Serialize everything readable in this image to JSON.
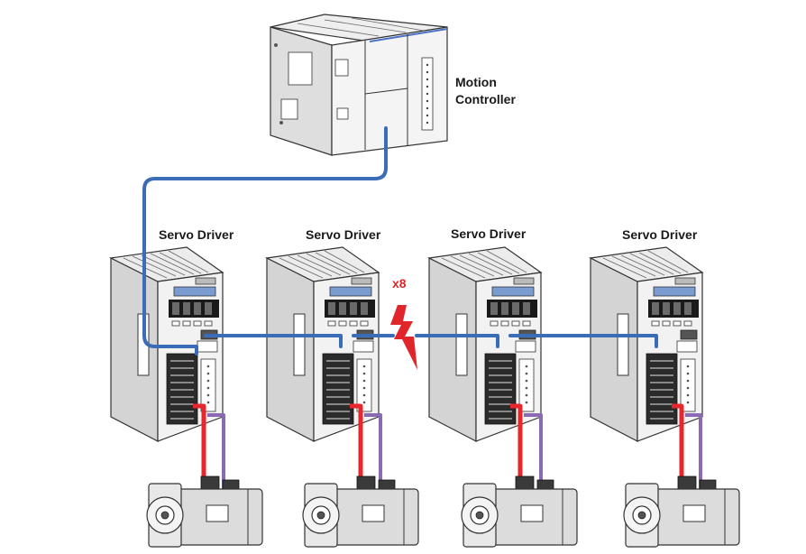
{
  "controller": {
    "label_line1": "Motion",
    "label_line2": "Controller"
  },
  "drivers": [
    {
      "label": "Servo Driver"
    },
    {
      "label": "Servo Driver"
    },
    {
      "label": "Servo Driver"
    },
    {
      "label": "Servo Driver"
    }
  ],
  "break_marker": {
    "label": "x8"
  },
  "colors": {
    "network_cable": "#3b6cb8",
    "power_cable": "#e8262b",
    "encoder_cable": "#8a6bb3",
    "break_bolt": "#e0262b",
    "device_body": "#e6e6e6",
    "motor_body": "#d9d9d9"
  },
  "icons": [
    "motion-controller-icon",
    "servo-driver-icon",
    "servo-motor-icon",
    "lightning-break-icon"
  ]
}
